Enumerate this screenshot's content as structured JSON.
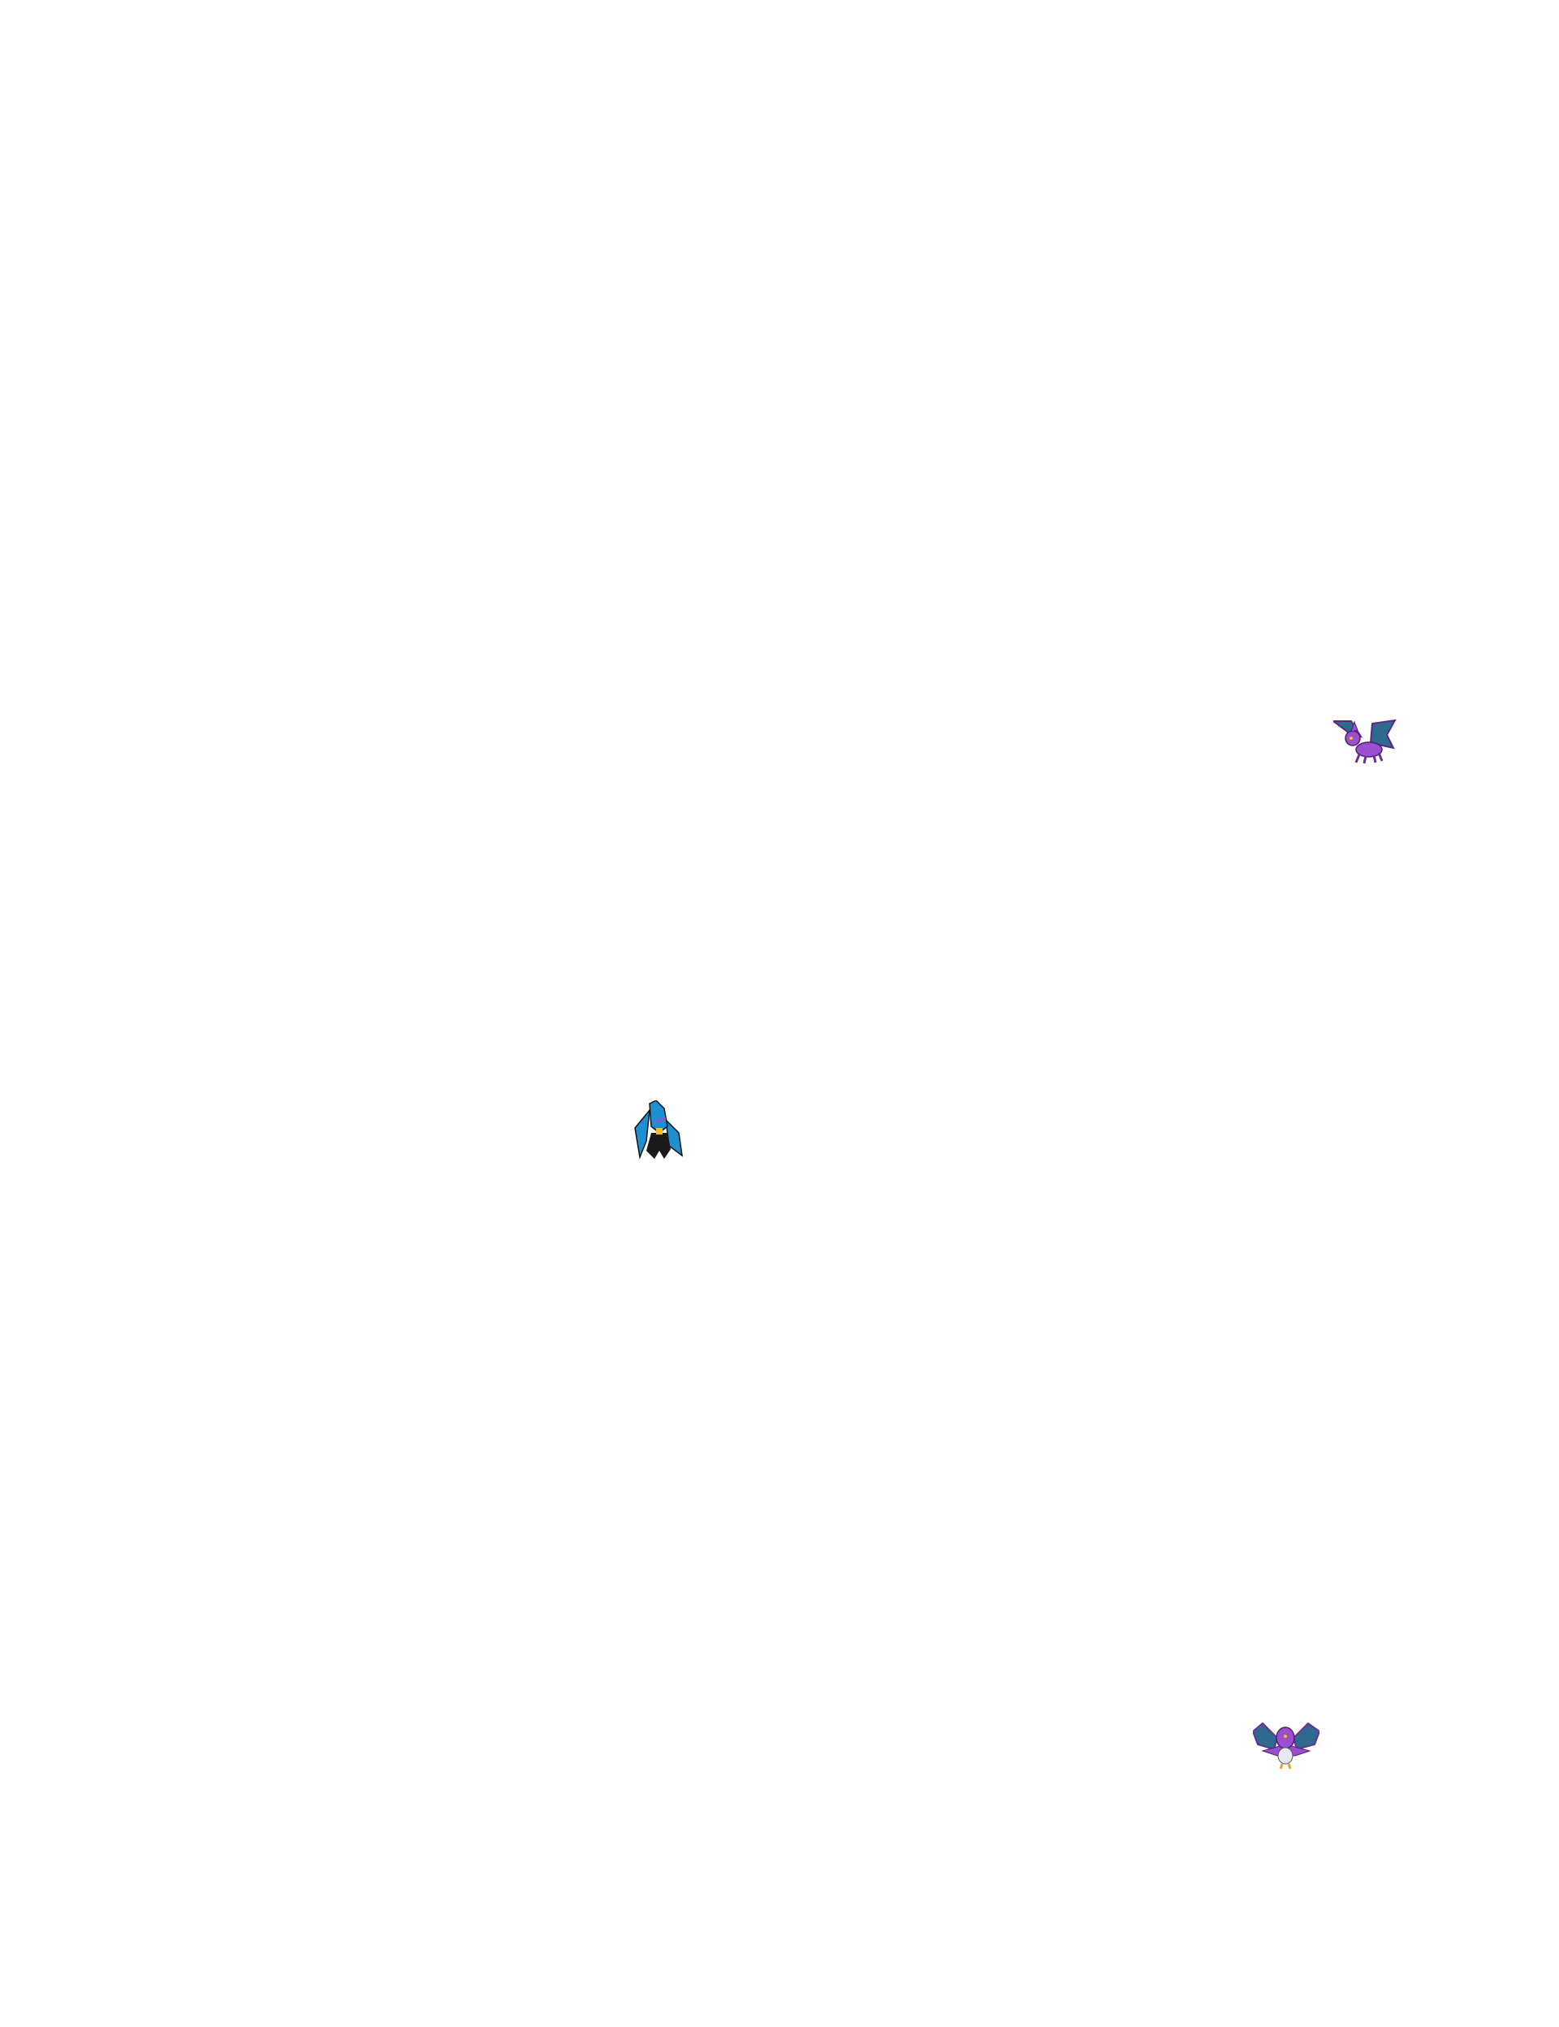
{
  "sprites": [
    {
      "kind": "purple-bat-creature",
      "facing": "left"
    },
    {
      "kind": "blue-black-creature",
      "facing": "front"
    },
    {
      "kind": "purple-winged-bat",
      "facing": "front"
    }
  ],
  "colors": {
    "background": "#ffffff",
    "purple": "#9b4fd0",
    "wing_blue": "#2f6a8f",
    "bright_blue": "#1e8fd0",
    "black": "#1a1a1a",
    "yellow": "#f0c020"
  }
}
